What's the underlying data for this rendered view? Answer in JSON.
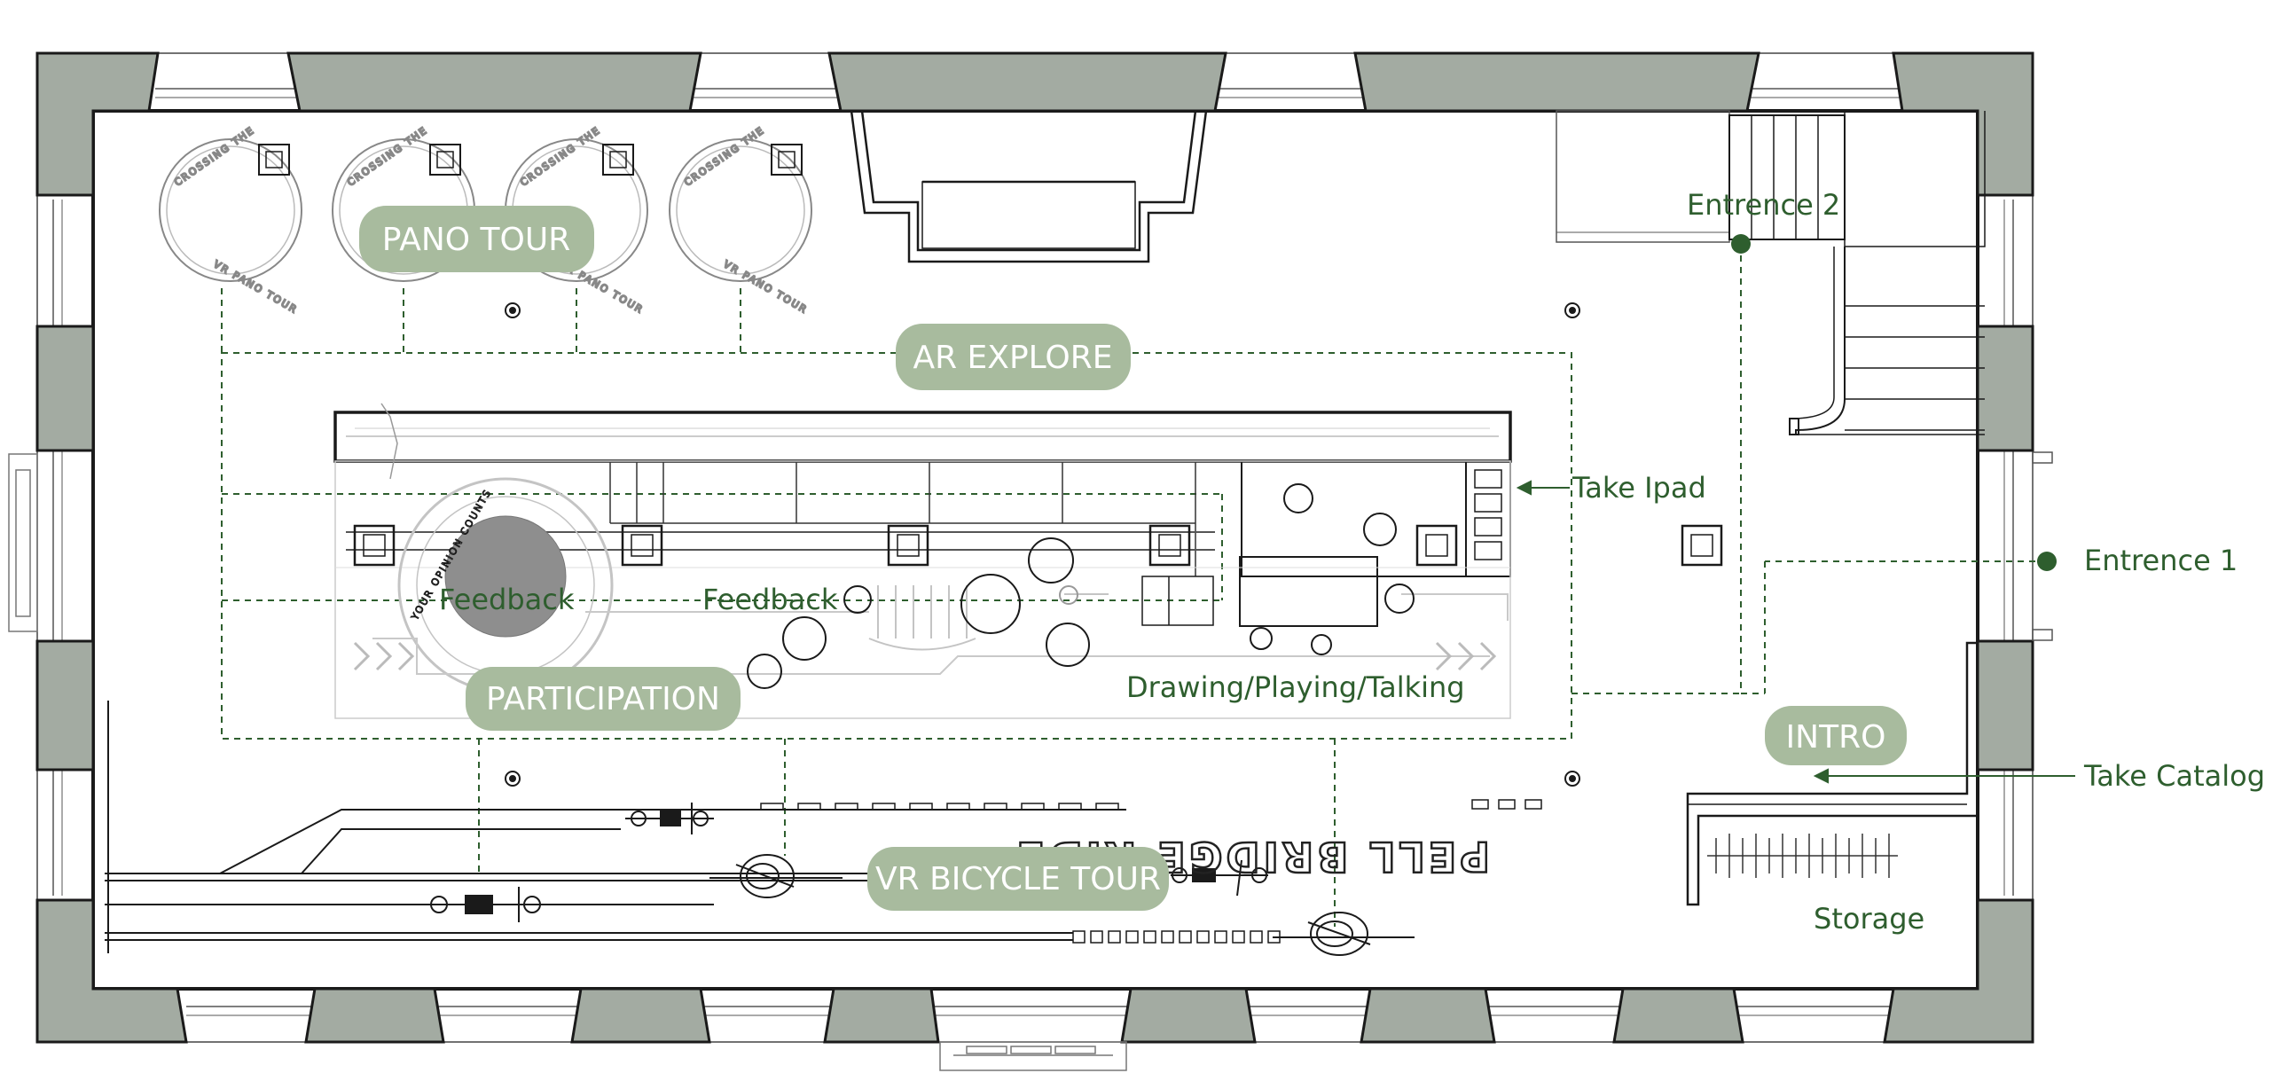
{
  "colors": {
    "pier": "#a3aba2",
    "label_fill": "#a8bb9e",
    "path_green": "#2e5e2e",
    "dot_green": "#2e5e2e",
    "wall": "#1a1a1a",
    "faint_line": "#b5b5b5"
  },
  "zones": {
    "pano_tour": "PANO TOUR",
    "ar_explore": "AR EXPLORE",
    "participation": "PARTICIPATION",
    "vr_bicycle_tour": "VR BICYCLE TOUR",
    "intro": "INTRO"
  },
  "annotations": {
    "entrance_1": "Entrence 1",
    "entrance_2": "Entrence 2",
    "take_ipad": "Take Ipad",
    "take_catalog": "Take Catalog",
    "storage": "Storage",
    "feedback_1": "Feedback",
    "feedback_2": "Feedback",
    "drawing_playing_talking": "Drawing/Playing/Talking"
  },
  "floor_graphics": {
    "pell_bridge_ride": "PELL BRIDGE RIDE",
    "your_opinion_counts": "YOUR OPINION COUNTS",
    "crossing_the": "CROSSING THE",
    "vr_pano": "VR PANO TOUR"
  }
}
